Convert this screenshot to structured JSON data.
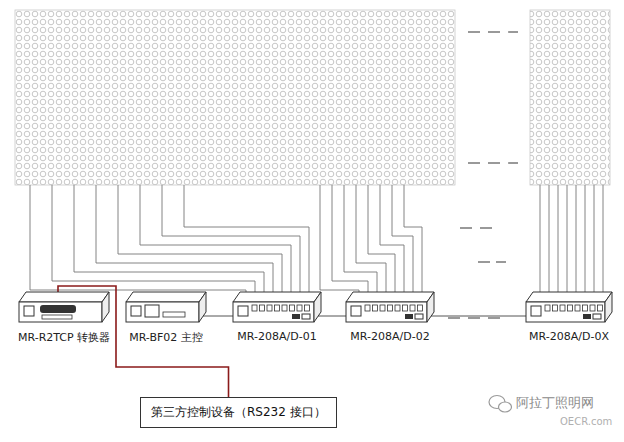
{
  "diagram": {
    "nodes": [
      {
        "text": [
          "MR-R2TCP 转换器"
        ]
      },
      {
        "text": [
          "MR-BF02 主控"
        ]
      },
      {
        "text": [
          "MR-208A/D-01"
        ]
      },
      {
        "text": [
          "MR-208A/D-02"
        ]
      },
      {
        "text": [
          "MR-208A/D-0X"
        ]
      },
      {
        "text": [
          "第三方控制设备（RS232 接口）"
        ]
      }
    ],
    "edges": [
      {
        "from": 0,
        "to": 5,
        "arrow": "none"
      },
      {
        "from": 1,
        "to": 2,
        "arrow": "none"
      },
      {
        "from": 2,
        "to": 3,
        "arrow": "none"
      },
      {
        "from": 3,
        "to": 4,
        "arrow": "none"
      }
    ],
    "labels": [
      "阿拉丁照明网",
      "OECR.com"
    ]
  }
}
